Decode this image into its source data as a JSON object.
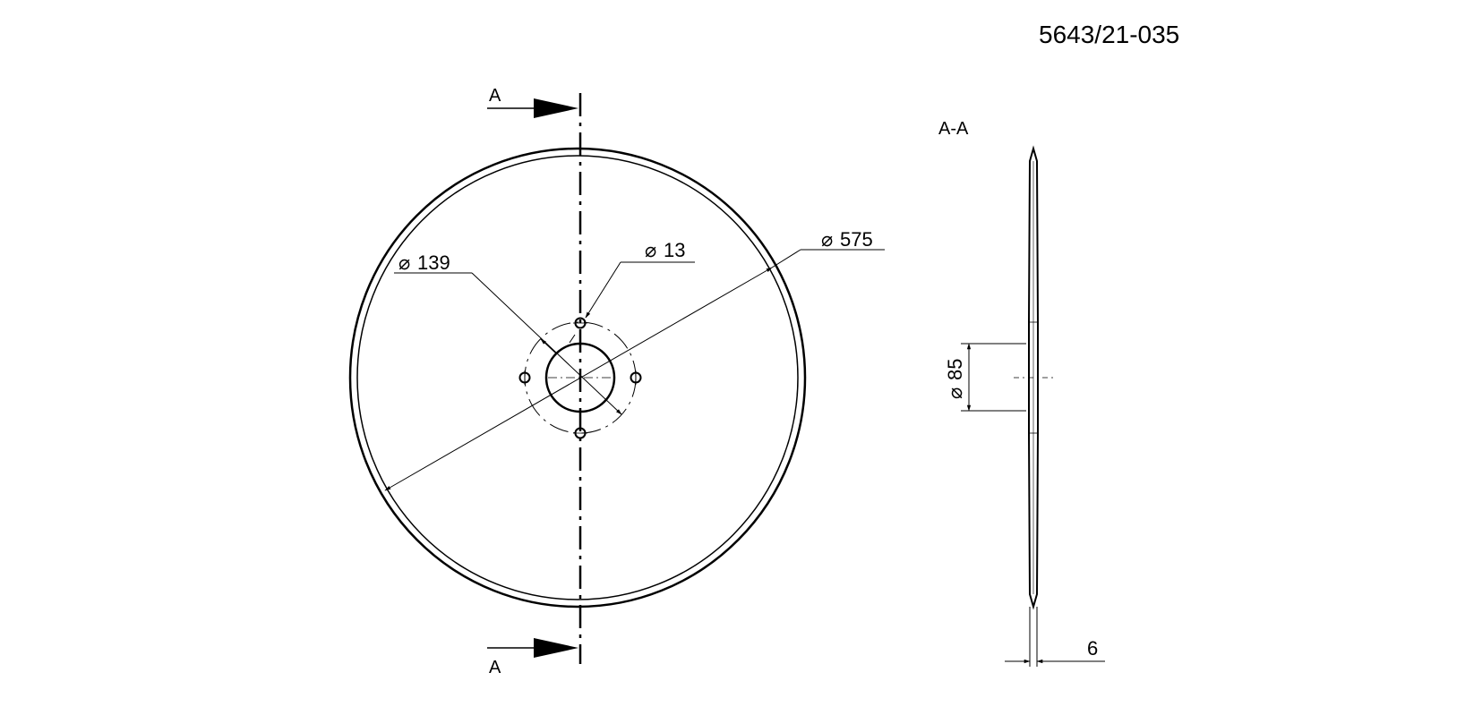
{
  "drawing": {
    "part_number": "5643/21-035",
    "section_label_top": "A",
    "section_label_bottom": "A",
    "section_view_title": "A-A",
    "line_color": "#000000",
    "background_color": "#ffffff"
  },
  "dimensions": {
    "outer_diameter": {
      "symbol": "⌀",
      "value": "575"
    },
    "center_bore": {
      "symbol": "⌀",
      "value": "139"
    },
    "bolt_hole": {
      "symbol": "⌀",
      "value": "13"
    },
    "hub_flat": {
      "symbol": "⌀",
      "value": "85"
    },
    "thickness": {
      "value": "6"
    }
  }
}
